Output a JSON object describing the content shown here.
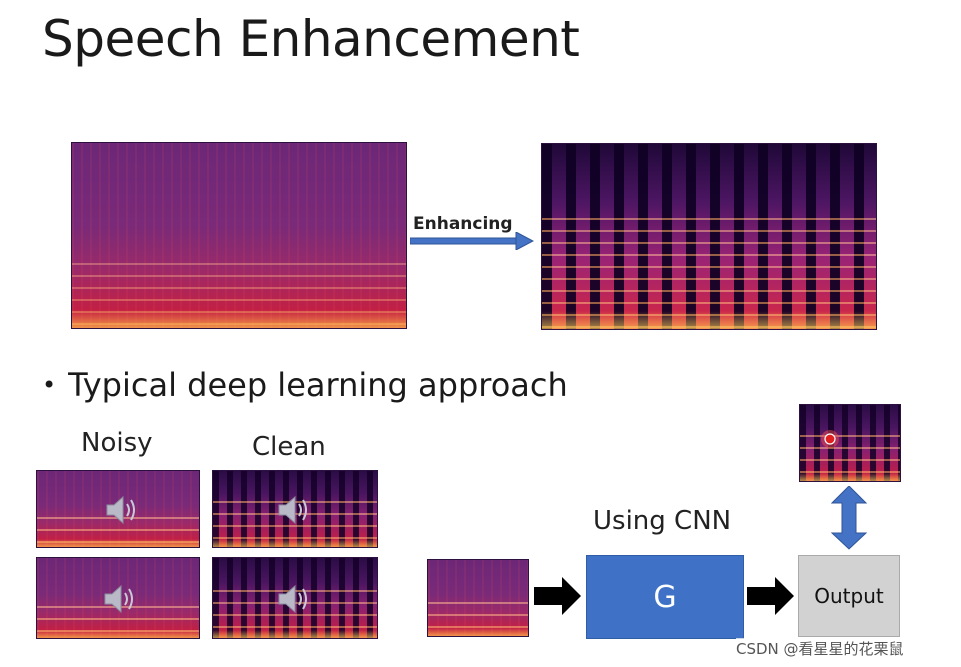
{
  "slide": {
    "title": "Speech Enhancement",
    "arrow_label": "Enhancing",
    "bullet": "Typical deep learning approach",
    "noisy_label": "Noisy",
    "clean_label": "Clean",
    "cnn_label": "Using CNN",
    "generator_label": "G",
    "output_label": "Output"
  },
  "watermark": "CSDN @看星星的花栗鼠",
  "colors": {
    "generator_box": "#3f72c6",
    "output_box": "#d2d2d2",
    "arrow_blue": "#4472c4",
    "record_red": "#e02020"
  },
  "icons": [
    "speaker-icon",
    "right-arrow-icon",
    "double-arrow-icon",
    "record-indicator-icon"
  ]
}
